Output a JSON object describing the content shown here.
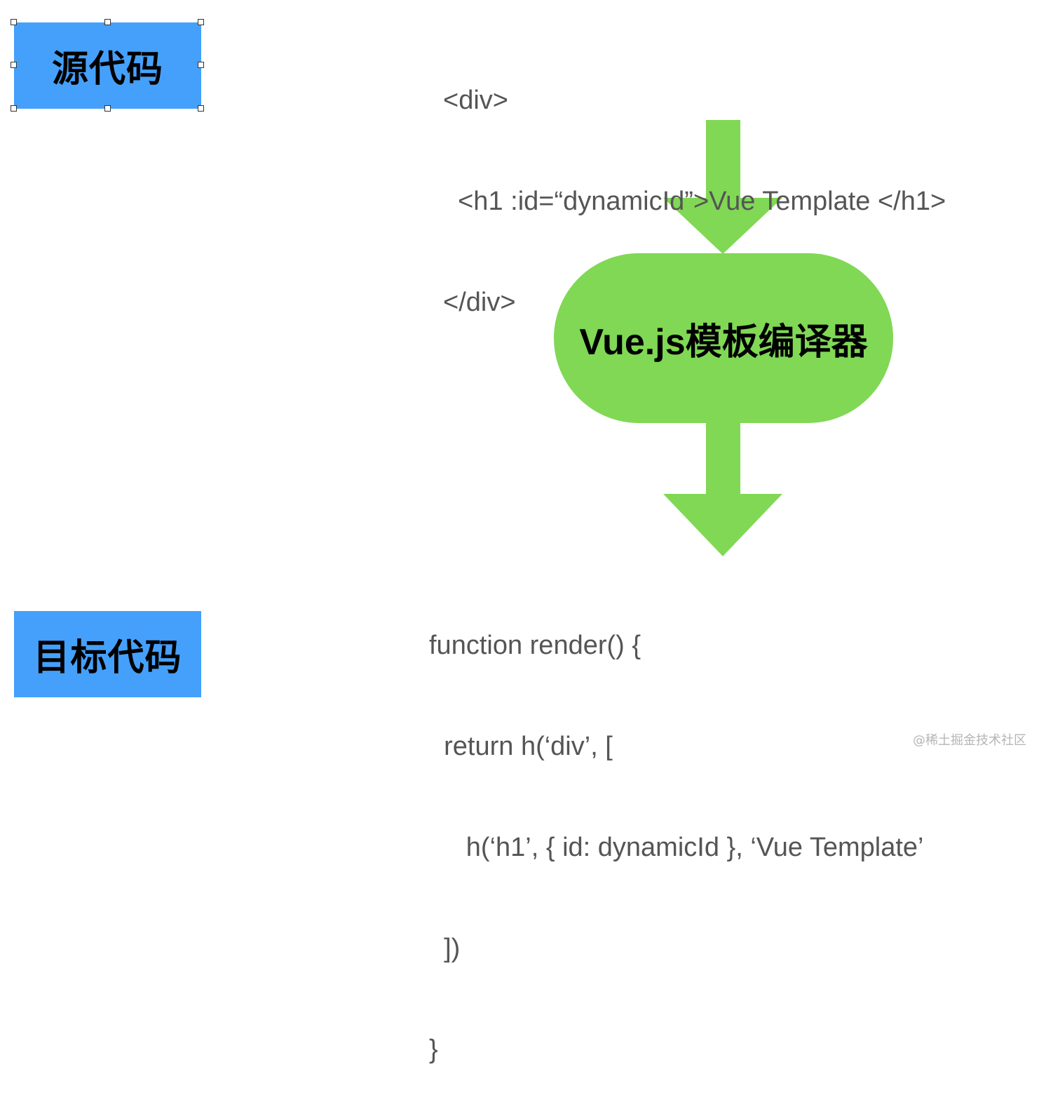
{
  "labels": {
    "source": "源代码",
    "target": "目标代码"
  },
  "compiler": {
    "label": "Vue.js模板编译器"
  },
  "source_code": {
    "lines": [
      "<div>",
      "  <h1 :id=“dynamicId”>Vue Template </h1>",
      "</div>"
    ]
  },
  "target_code": {
    "lines": [
      "function render() {",
      "  return h(‘div’, [",
      "     h(‘h1’, { id: dynamicId }, ‘Vue Template’",
      "  ])",
      "}"
    ]
  },
  "watermark": "@稀土掘金技术社区",
  "colors": {
    "label_box": "#45a0fb",
    "compiler_fill": "#80d855",
    "arrow_fill": "#80d855",
    "code_text": "#555555"
  }
}
